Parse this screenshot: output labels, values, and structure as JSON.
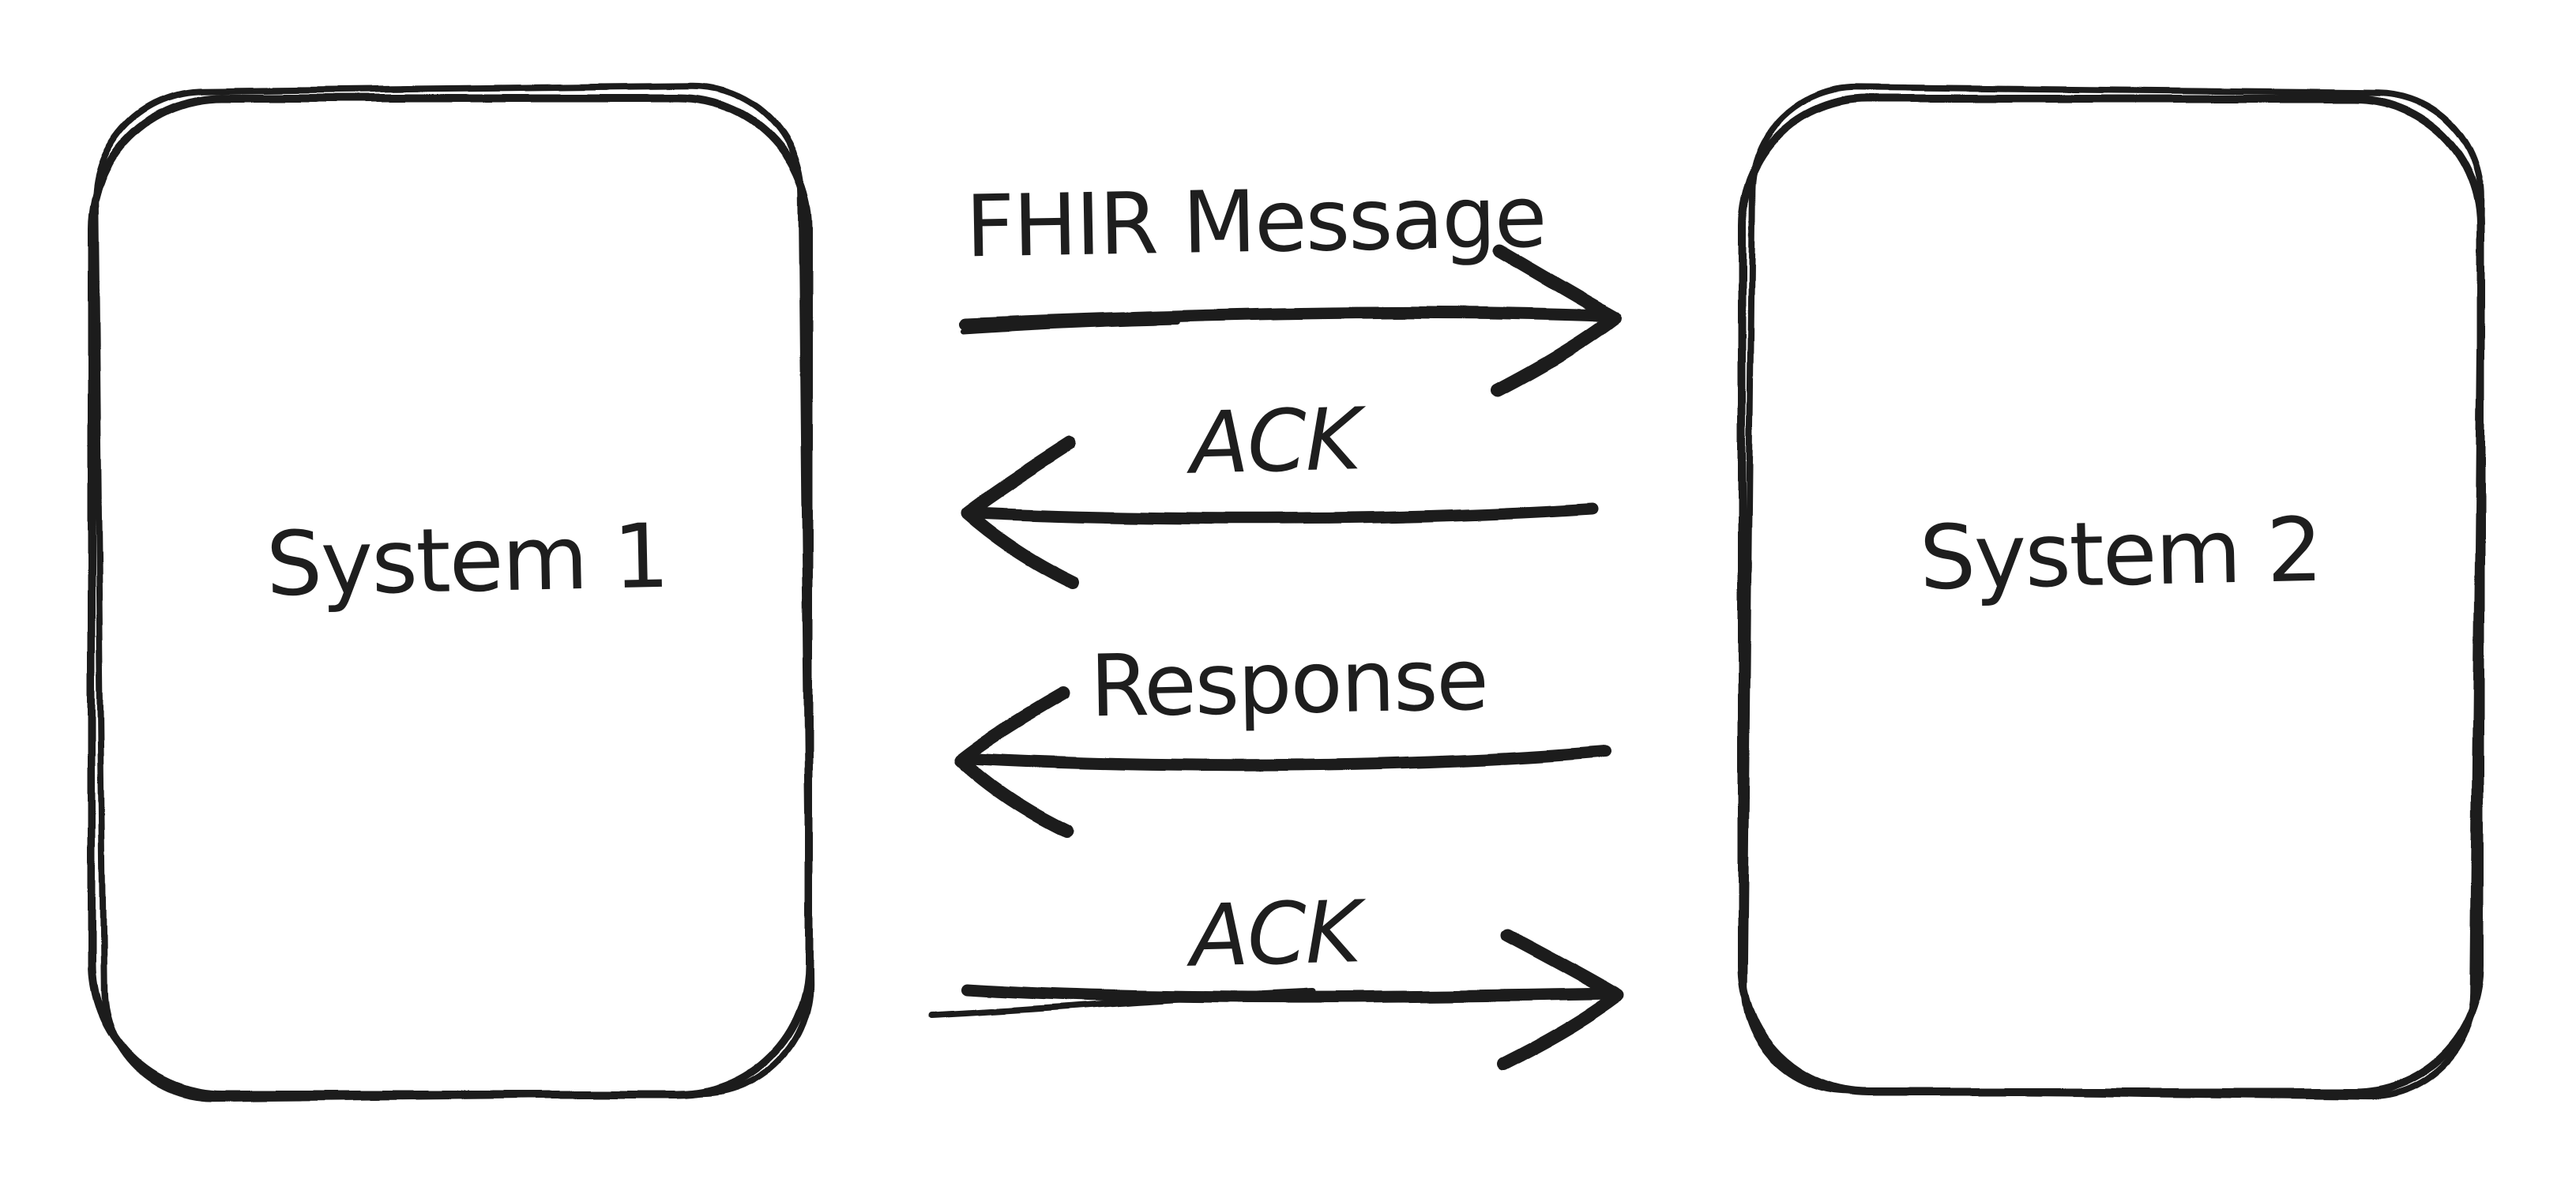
{
  "diagram": {
    "type": "sequence-sketch",
    "colors": {
      "ink": "#1e1e1e",
      "background": "#ffffff"
    },
    "nodes": [
      {
        "id": "system1",
        "label": "System 1"
      },
      {
        "id": "system2",
        "label": "System 2"
      }
    ],
    "messages": [
      {
        "label": "FHIR Message",
        "direction": "right"
      },
      {
        "label": "ACK",
        "direction": "left"
      },
      {
        "label": "Response",
        "direction": "left"
      },
      {
        "label": "ACK",
        "direction": "right"
      }
    ]
  }
}
